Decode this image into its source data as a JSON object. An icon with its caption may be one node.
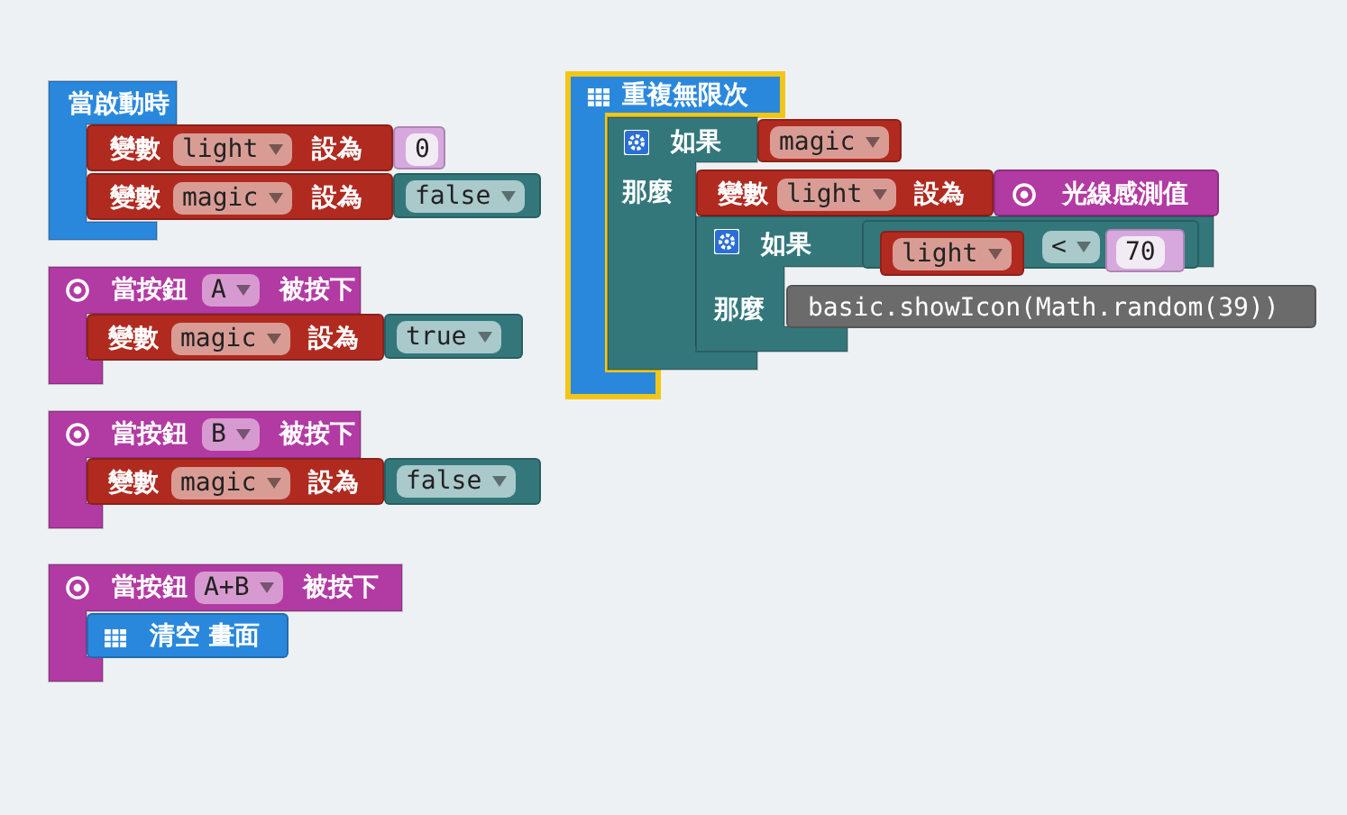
{
  "diagram": {
    "nodes": [
      {
        "text": [
          "當啟動時"
        ]
      },
      {
        "text": [
          "變數",
          "light",
          "設為"
        ]
      },
      {
        "text": [
          "0"
        ]
      },
      {
        "text": [
          "變數",
          "magic",
          "設為"
        ]
      },
      {
        "text": [
          "false"
        ]
      },
      {
        "text": [
          "當按鈕",
          "A",
          "被按下"
        ]
      },
      {
        "text": [
          "變數",
          "magic",
          "設為"
        ],
        "in": 5
      },
      {
        "text": [
          "true"
        ]
      },
      {
        "text": [
          "當按鈕",
          "B",
          "被按下"
        ]
      },
      {
        "text": [
          "變數",
          "magic",
          "設為"
        ],
        "in": 8
      },
      {
        "text": [
          "false"
        ]
      },
      {
        "text": [
          "當按鈕",
          "A+B",
          "被按下"
        ]
      },
      {
        "text": [
          "清空 畫面"
        ],
        "in": 11
      },
      {
        "text": [
          "重複無限次"
        ]
      },
      {
        "text": [
          "如果",
          "那麼"
        ],
        "in": 13
      },
      {
        "text": [
          "magic"
        ]
      },
      {
        "text": [
          "變數",
          "light",
          "設為"
        ]
      },
      {
        "text": [
          "光線感測值"
        ]
      },
      {
        "text": [
          "如果",
          "那麼"
        ]
      },
      {
        "text": [
          "<"
        ],
        "in": 18
      },
      {
        "text": [
          "light"
        ],
        "in": 19
      },
      {
        "text": [
          "70"
        ],
        "in": 19
      },
      {
        "text": [
          "basic.showIcon(Math.random(39))"
        ]
      }
    ]
  }
}
